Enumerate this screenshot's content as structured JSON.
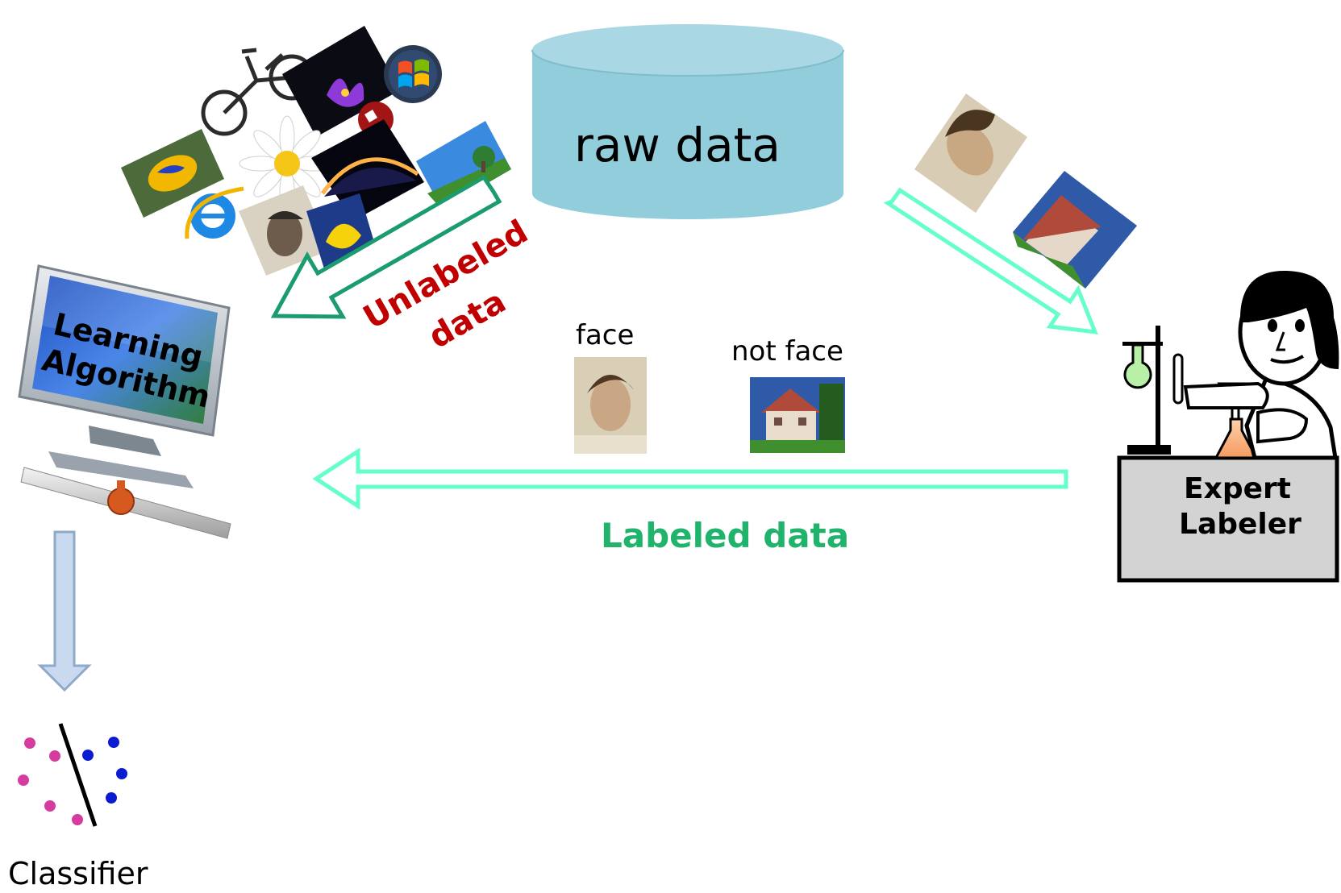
{
  "nodes": {
    "raw_data": "raw data",
    "learning_algorithm": [
      "Learning",
      "Algorithm"
    ],
    "expert_labeler": [
      "Expert",
      "Labeler"
    ],
    "classifier": "Classifier"
  },
  "edges": {
    "unlabeled": [
      "Unlabeled",
      "data"
    ],
    "labeled": "Labeled data"
  },
  "examples": {
    "face": "face",
    "not_face": "not face"
  },
  "colors": {
    "cylinder": "#92cddc",
    "arrow_mint": "#66ffcc",
    "arrow_green_outline": "#1a9c6e",
    "labeled_text": "#1fb36b",
    "unlabeled_text": "#c00000",
    "classifier_pink": "#d63ca0",
    "classifier_blue": "#0a1bd1"
  }
}
